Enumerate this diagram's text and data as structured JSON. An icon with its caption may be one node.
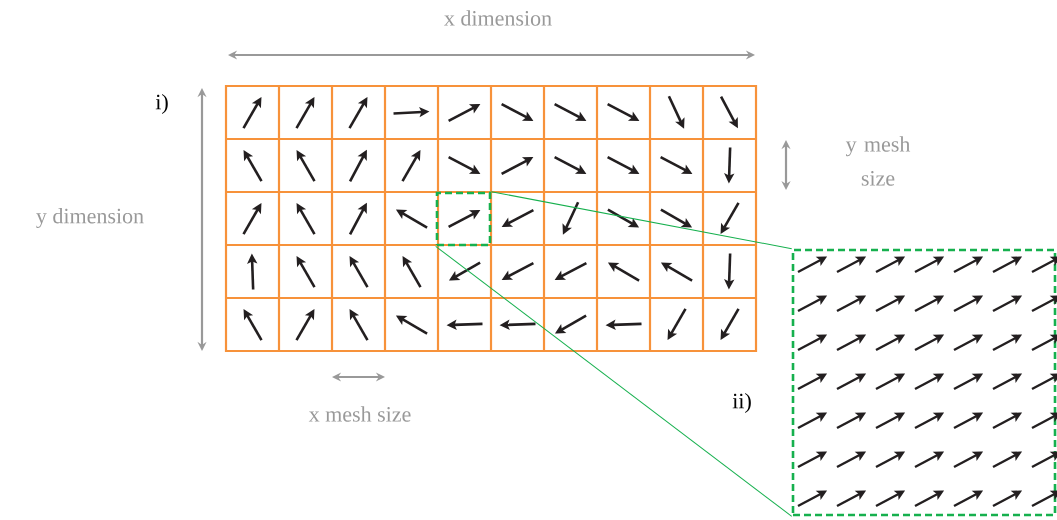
{
  "diagram": {
    "nodes": [
      {
        "text": [],
        "shape": "box"
      },
      {
        "text": [],
        "shape": "box"
      }
    ],
    "edges": [
      {
        "from": 0,
        "to": 1,
        "arrow": "none"
      },
      {
        "from": 0,
        "to": 1,
        "arrow": "none"
      }
    ],
    "labels": [
      "x dimension",
      "i)",
      "y mesh size",
      "y dimension",
      "ii)",
      "x mesh size"
    ]
  }
}
